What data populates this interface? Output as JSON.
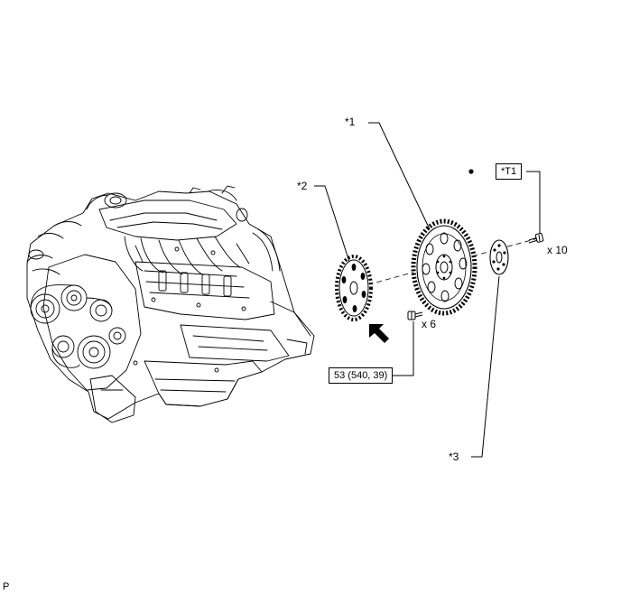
{
  "callouts": {
    "part1": "*1",
    "part2": "*2",
    "part3": "*3",
    "torque_ref": "*T1"
  },
  "quantities": {
    "bolts_flywheel": "x 10",
    "bolts_plate": "x 6"
  },
  "torque_spec": "53 (540, 39)",
  "page_marker": "P"
}
